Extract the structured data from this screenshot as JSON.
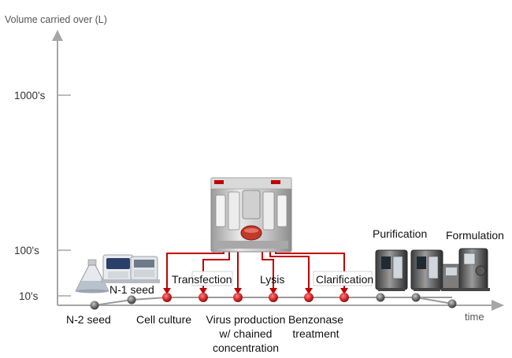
{
  "axis": {
    "y_title": "Volume carried over (L)",
    "x_title": "time",
    "ticks": [
      "1000's",
      "100's",
      "10's"
    ]
  },
  "stages": {
    "n2_seed": "N-2 seed",
    "n1_seed": "N-1 seed",
    "cell_culture": "Cell culture",
    "transfection": "Transfection",
    "virus_production": [
      "Virus production",
      "w/ chained",
      "concentration"
    ],
    "lysis": "Lysis",
    "benzonase": [
      "Benzonase",
      "treatment"
    ],
    "clarification": "Clarification",
    "purification": "Purification",
    "formulation": "Formulation"
  },
  "colors": {
    "axis": "#a6a6a6",
    "timeline": "#9a9a9a",
    "red": "#c00000",
    "node_red": "#d42a2a",
    "node_gray": "#707070"
  },
  "icons": [
    "flask-icon",
    "incubator-icon",
    "bioreactor-icon",
    "purification-system-icon",
    "formulation-system-icon"
  ]
}
